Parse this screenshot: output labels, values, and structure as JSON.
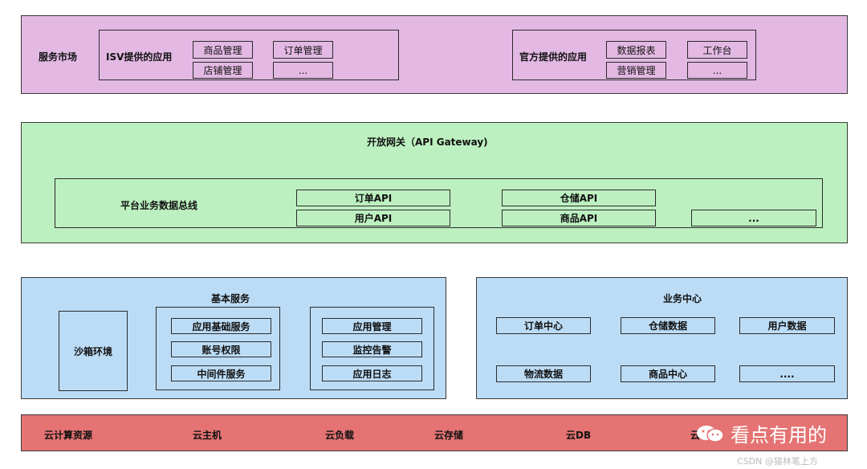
{
  "market": {
    "label": "服务市场",
    "isv": {
      "label": "ISV提供的应用",
      "items": [
        "商品管理",
        "订单管理",
        "店铺管理",
        "..."
      ]
    },
    "official": {
      "label": "官方提供的应用",
      "items": [
        "数据报表",
        "工作台",
        "营销管理",
        "..."
      ]
    }
  },
  "gateway": {
    "title": "开放网关（API Gateway)",
    "bus": {
      "label": "平台业务数据总线",
      "apis": [
        "订单API",
        "仓储API",
        "用户API",
        "商品API",
        "..."
      ]
    }
  },
  "basic": {
    "title": "基本服务",
    "sandbox": "沙箱环境",
    "group1": [
      "应用基础服务",
      "账号权限",
      "中间件服务"
    ],
    "group2": [
      "应用管理",
      "监控告警",
      "应用日志"
    ]
  },
  "biz": {
    "title": "业务中心",
    "items": [
      "订单中心",
      "仓储数据",
      "用户数据",
      "物流数据",
      "商品中心",
      "...."
    ]
  },
  "cloud": {
    "items": [
      "云计算资源",
      "云主机",
      "云负载",
      "云存储",
      "云DB",
      "云"
    ]
  },
  "watermark": {
    "text": "看点有用的",
    "footer": "CSDN @猿林笔上方"
  },
  "colors": {
    "market": "#e3b9e4",
    "gateway": "#bdf0c0",
    "services": "#bcdcf6",
    "cloud": "#e57373"
  }
}
